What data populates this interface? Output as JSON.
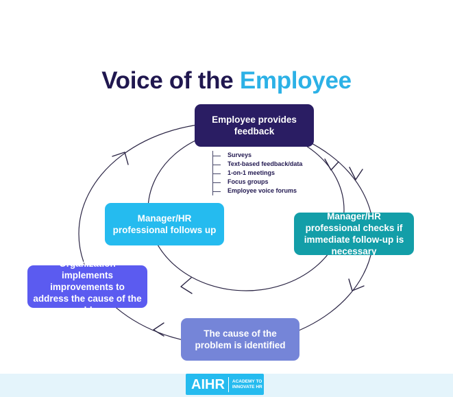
{
  "title": {
    "part1": "Voice of the",
    "part2": "Employee"
  },
  "steps": {
    "step1": "Employee provides feedback",
    "step2": "Manager/HR professional checks if immediate follow-up is necessary",
    "step3": "The cause of the problem is identified",
    "step4": "Organization implements improvements to address the cause of the problem",
    "step5": "Manager/HR professional follows up"
  },
  "feedback_channels": [
    "Surveys",
    "Text-based feedback/data",
    "1-on-1 meetings",
    "Focus groups",
    "Employee voice forums"
  ],
  "logo": {
    "mark": "AIHR",
    "tagline_line1": "ACADEMY TO",
    "tagline_line2": "INNOVATE HR"
  },
  "colors": {
    "title_dark": "#20174f",
    "title_accent": "#2cb1e6",
    "step1": "#2a1d63",
    "step2": "#139ea8",
    "step3": "#7585d8",
    "step4": "#5b5bf0",
    "step5": "#25bbef",
    "footer_band": "#e4f4fb"
  }
}
